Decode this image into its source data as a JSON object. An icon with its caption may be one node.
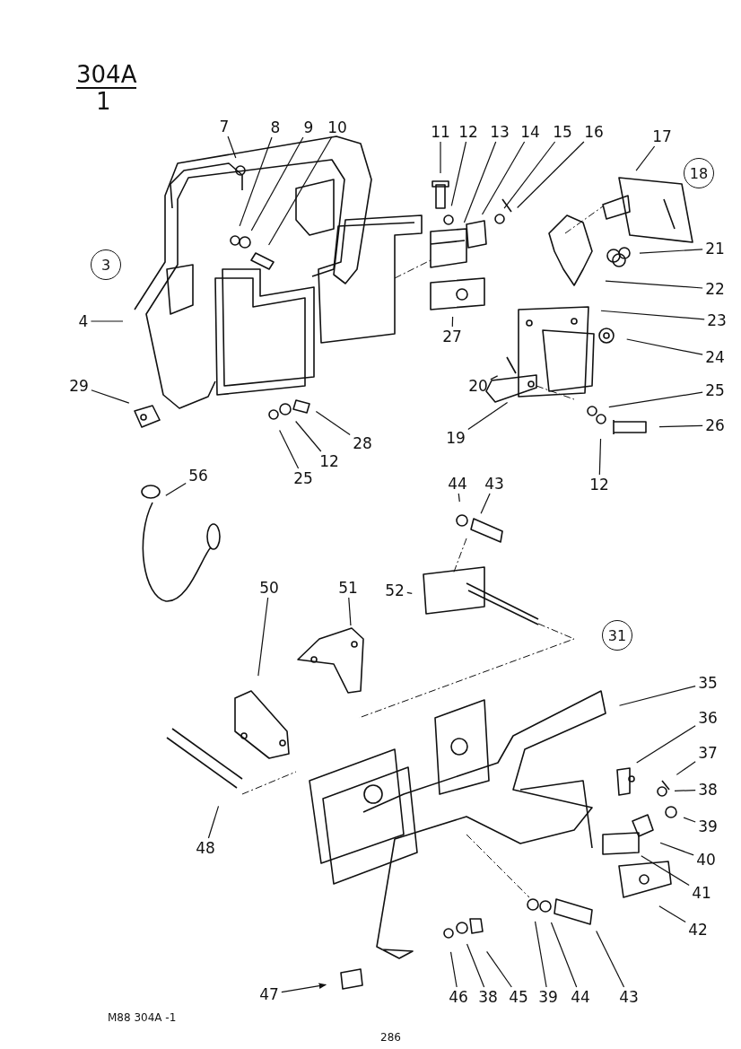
{
  "diagram": {
    "nodes": [
      {
        "text": [
          "3"
        ]
      },
      {
        "text": [
          "7"
        ]
      },
      {
        "text": [
          "8"
        ]
      },
      {
        "text": [
          "9"
        ]
      },
      {
        "text": [
          "10"
        ]
      },
      {
        "text": [
          "11"
        ]
      },
      {
        "text": [
          "12"
        ]
      },
      {
        "text": [
          "13"
        ]
      },
      {
        "text": [
          "14"
        ]
      },
      {
        "text": [
          "15"
        ]
      },
      {
        "text": [
          "16"
        ]
      },
      {
        "text": [
          "17"
        ]
      },
      {
        "text": [
          "18"
        ]
      },
      {
        "text": [
          "21"
        ]
      },
      {
        "text": [
          "22"
        ]
      },
      {
        "text": [
          "4"
        ]
      },
      {
        "text": [
          "27"
        ]
      },
      {
        "text": [
          "23"
        ]
      },
      {
        "text": [
          "24"
        ]
      },
      {
        "text": [
          "20"
        ]
      },
      {
        "text": [
          "29"
        ]
      },
      {
        "text": [
          "25"
        ]
      },
      {
        "text": [
          "19"
        ]
      },
      {
        "text": [
          "28"
        ]
      },
      {
        "text": [
          "26"
        ]
      },
      {
        "text": [
          "12"
        ]
      },
      {
        "text": [
          "12"
        ]
      },
      {
        "text": [
          "25"
        ]
      },
      {
        "text": [
          "56"
        ]
      },
      {
        "text": [
          "44"
        ]
      },
      {
        "text": [
          "43"
        ]
      },
      {
        "text": [
          "52"
        ]
      },
      {
        "text": [
          "50"
        ]
      },
      {
        "text": [
          "51"
        ]
      },
      {
        "text": [
          "31"
        ]
      },
      {
        "text": [
          "35"
        ]
      },
      {
        "text": [
          "36"
        ]
      },
      {
        "text": [
          "37"
        ]
      },
      {
        "text": [
          "38"
        ]
      },
      {
        "text": [
          "39"
        ]
      },
      {
        "text": [
          "40"
        ]
      },
      {
        "text": [
          "41"
        ]
      },
      {
        "text": [
          "42"
        ]
      },
      {
        "text": [
          "48"
        ]
      },
      {
        "text": [
          "47"
        ]
      },
      {
        "text": [
          "46"
        ]
      },
      {
        "text": [
          "38"
        ]
      },
      {
        "text": [
          "45"
        ]
      },
      {
        "text": [
          "39"
        ]
      },
      {
        "text": [
          "44"
        ]
      },
      {
        "text": [
          "43"
        ]
      }
    ],
    "edges": [
      {
        "from": 1,
        "to": null,
        "arrow": "none"
      },
      {
        "from": 2,
        "to": null,
        "arrow": "none"
      },
      {
        "from": 3,
        "to": null,
        "arrow": "none"
      },
      {
        "from": 4,
        "to": null,
        "arrow": "none"
      },
      {
        "from": 5,
        "to": null,
        "arrow": "none"
      },
      {
        "from": 6,
        "to": null,
        "arrow": "none"
      },
      {
        "from": 7,
        "to": null,
        "arrow": "none"
      },
      {
        "from": 8,
        "to": null,
        "arrow": "none"
      },
      {
        "from": 9,
        "to": null,
        "arrow": "none"
      },
      {
        "from": 10,
        "to": null,
        "arrow": "none"
      },
      {
        "from": 11,
        "to": null,
        "arrow": "none"
      },
      {
        "from": 13,
        "to": null,
        "arrow": "none"
      },
      {
        "from": 14,
        "to": null,
        "arrow": "none"
      },
      {
        "from": 15,
        "to": null,
        "arrow": "none"
      },
      {
        "from": 16,
        "to": null,
        "arrow": "none"
      },
      {
        "from": 17,
        "to": null,
        "arrow": "none"
      },
      {
        "from": 18,
        "to": null,
        "arrow": "none"
      },
      {
        "from": 19,
        "to": null,
        "arrow": "none"
      },
      {
        "from": 20,
        "to": null,
        "arrow": "none"
      },
      {
        "from": 21,
        "to": null,
        "arrow": "none"
      },
      {
        "from": 22,
        "to": null,
        "arrow": "none"
      },
      {
        "from": 23,
        "to": null,
        "arrow": "none"
      },
      {
        "from": 24,
        "to": null,
        "arrow": "none"
      },
      {
        "from": 25,
        "to": null,
        "arrow": "none"
      },
      {
        "from": 26,
        "to": null,
        "arrow": "none"
      },
      {
        "from": 27,
        "to": null,
        "arrow": "none"
      },
      {
        "from": 28,
        "to": null,
        "arrow": "none"
      },
      {
        "from": 29,
        "to": null,
        "arrow": "none"
      },
      {
        "from": 30,
        "to": null,
        "arrow": "none"
      },
      {
        "from": 31,
        "to": null,
        "arrow": "none"
      },
      {
        "from": 32,
        "to": null,
        "arrow": "none"
      },
      {
        "from": 33,
        "to": null,
        "arrow": "none"
      },
      {
        "from": 35,
        "to": null,
        "arrow": "none"
      },
      {
        "from": 36,
        "to": null,
        "arrow": "none"
      },
      {
        "from": 37,
        "to": null,
        "arrow": "none"
      },
      {
        "from": 38,
        "to": null,
        "arrow": "none"
      },
      {
        "from": 39,
        "to": null,
        "arrow": "none"
      },
      {
        "from": 40,
        "to": null,
        "arrow": "none"
      },
      {
        "from": 41,
        "to": null,
        "arrow": "none"
      },
      {
        "from": 42,
        "to": null,
        "arrow": "none"
      },
      {
        "from": 43,
        "to": null,
        "arrow": "none"
      },
      {
        "from": 44,
        "to": null,
        "arrow": "to"
      },
      {
        "from": 45,
        "to": null,
        "arrow": "none"
      },
      {
        "from": 46,
        "to": null,
        "arrow": "none"
      },
      {
        "from": 47,
        "to": null,
        "arrow": "none"
      },
      {
        "from": 48,
        "to": null,
        "arrow": "none"
      },
      {
        "from": 49,
        "to": null,
        "arrow": "none"
      },
      {
        "from": 50,
        "to": null,
        "arrow": "none"
      }
    ],
    "labels": [
      "304A",
      "1",
      "M88 304A -1",
      "286"
    ]
  }
}
